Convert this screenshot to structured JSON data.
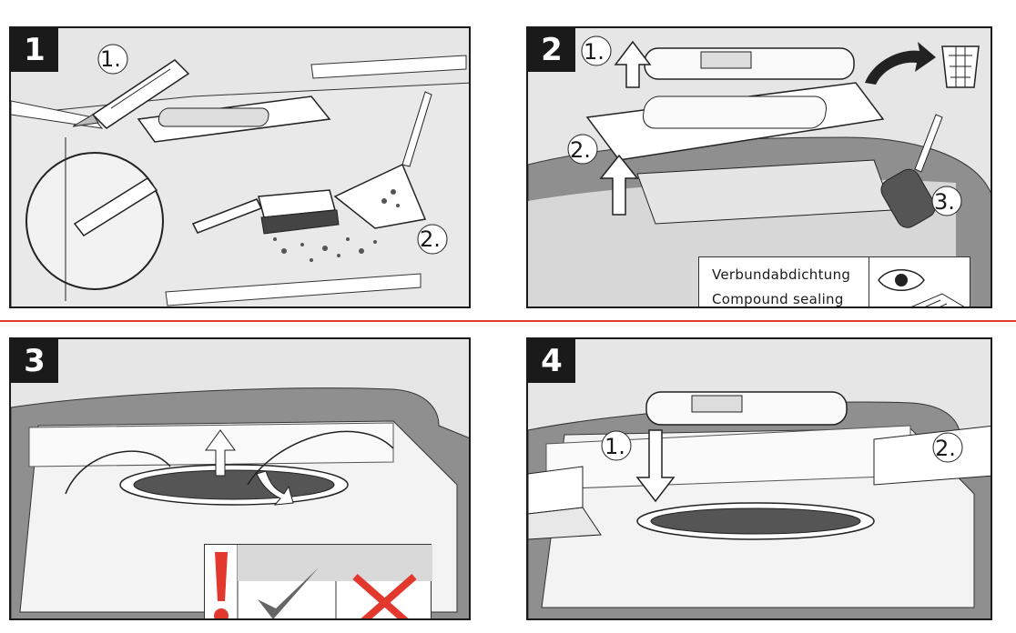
{
  "panels": [
    {
      "number": "1",
      "steps": [
        "1.",
        "2."
      ]
    },
    {
      "number": "2",
      "steps": [
        "1.",
        "2.",
        "3."
      ],
      "seal_lines": [
        "Verbundabdichtung",
        "Compound sealing"
      ]
    },
    {
      "number": "3"
    },
    {
      "number": "4",
      "steps": [
        "1.",
        "2."
      ]
    }
  ],
  "colors": {
    "divider": "#e2382d",
    "ink": "#1a1a1a",
    "warning_red": "#e2382d",
    "check_grey": "#666666"
  },
  "icons": [
    "utility-knife-icon",
    "brush-icon",
    "dustpan-icon",
    "trash-bin-icon",
    "paint-roller-icon",
    "eye-icon",
    "manual-icon",
    "exclamation-icon",
    "checkmark-icon",
    "cross-icon",
    "arrow-up-icon",
    "arrow-down-icon",
    "curved-arrow-icon"
  ]
}
